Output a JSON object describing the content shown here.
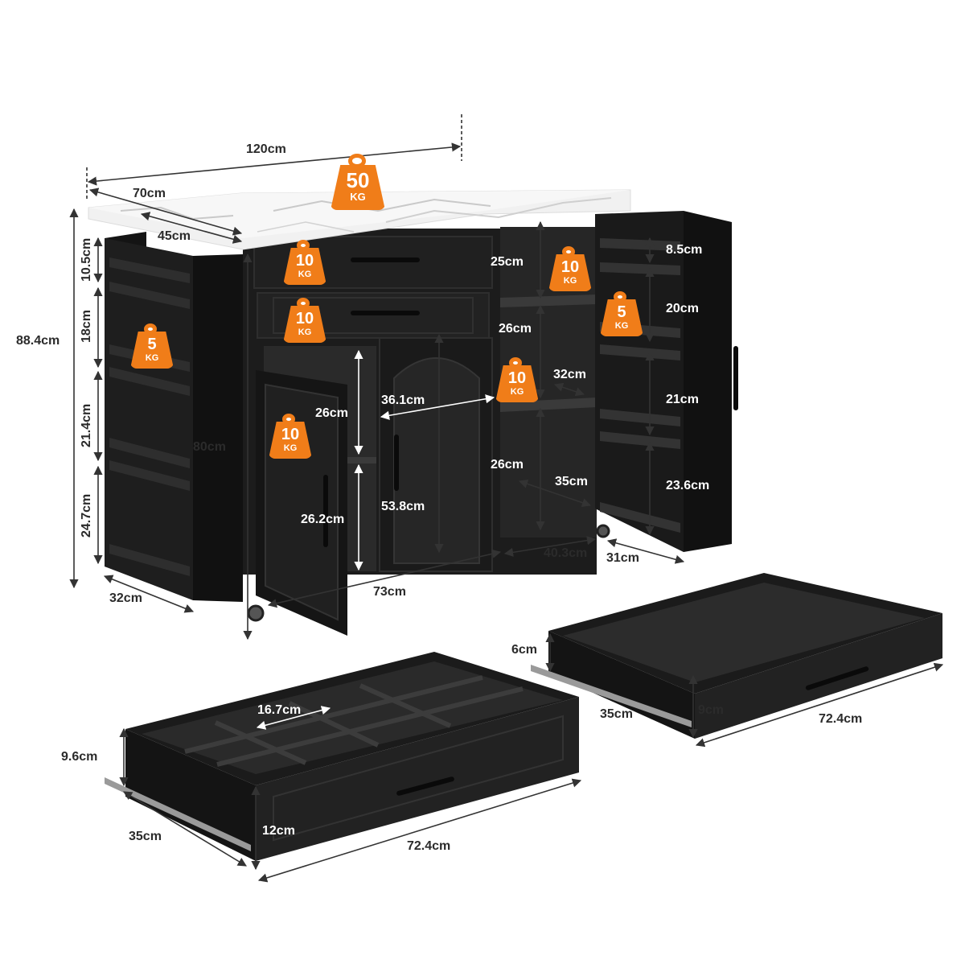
{
  "colors": {
    "cabinet": "#1c1c1c",
    "cabinet_shade": "#2a2a2a",
    "interior": "#333333",
    "countertop": "#f1f1f1",
    "marble_vein": "#c9c9c9",
    "badge": "#f07d19",
    "dimension_line": "#333333"
  },
  "icons": {
    "weight_badge": "weight-icon",
    "caster": "caster-wheel-icon",
    "slide_rail": "drawer-slide-icon"
  },
  "load_unit": "KG",
  "loads": {
    "top": "50",
    "top_drawer": "10",
    "second_drawer": "10",
    "spice_rack": "5",
    "left_cabinet": "10",
    "middle_shelf": "10",
    "upper_shelf": "10",
    "door_rack": "5"
  },
  "dimensions": {
    "overall_width": "120cm",
    "top_depth": "70cm",
    "inner_depth": "45cm",
    "overall_height": "88.4cm",
    "body_height": "80cm",
    "side_depth": "32cm",
    "body_width": "73cm",
    "right_section_width": "40.3cm",
    "right_door_depth": "31cm",
    "side_rack_1": "10.5cm",
    "side_rack_2": "18cm",
    "side_rack_3": "21.4cm",
    "side_rack_4": "24.7cm",
    "left_cab_upper": "26cm",
    "left_cab_lower": "26.2cm",
    "cabinet_width": "36.1cm",
    "cabinet_height": "53.8cm",
    "shelf_1": "25cm",
    "shelf_2": "26cm",
    "shelf_3": "26cm",
    "shelf_width": "32cm",
    "shelf_depth": "35cm",
    "door_rack_1": "8.5cm",
    "door_rack_2": "20cm",
    "door_rack_3": "21cm",
    "door_rack_4": "23.6cm"
  },
  "drawer_small": {
    "inner_height": "6cm",
    "front_height": "9cm",
    "depth": "35cm",
    "width": "72.4cm"
  },
  "drawer_large": {
    "divider": "16.7cm",
    "inner_height": "9.6cm",
    "front_height": "12cm",
    "depth": "35cm",
    "width": "72.4cm"
  }
}
